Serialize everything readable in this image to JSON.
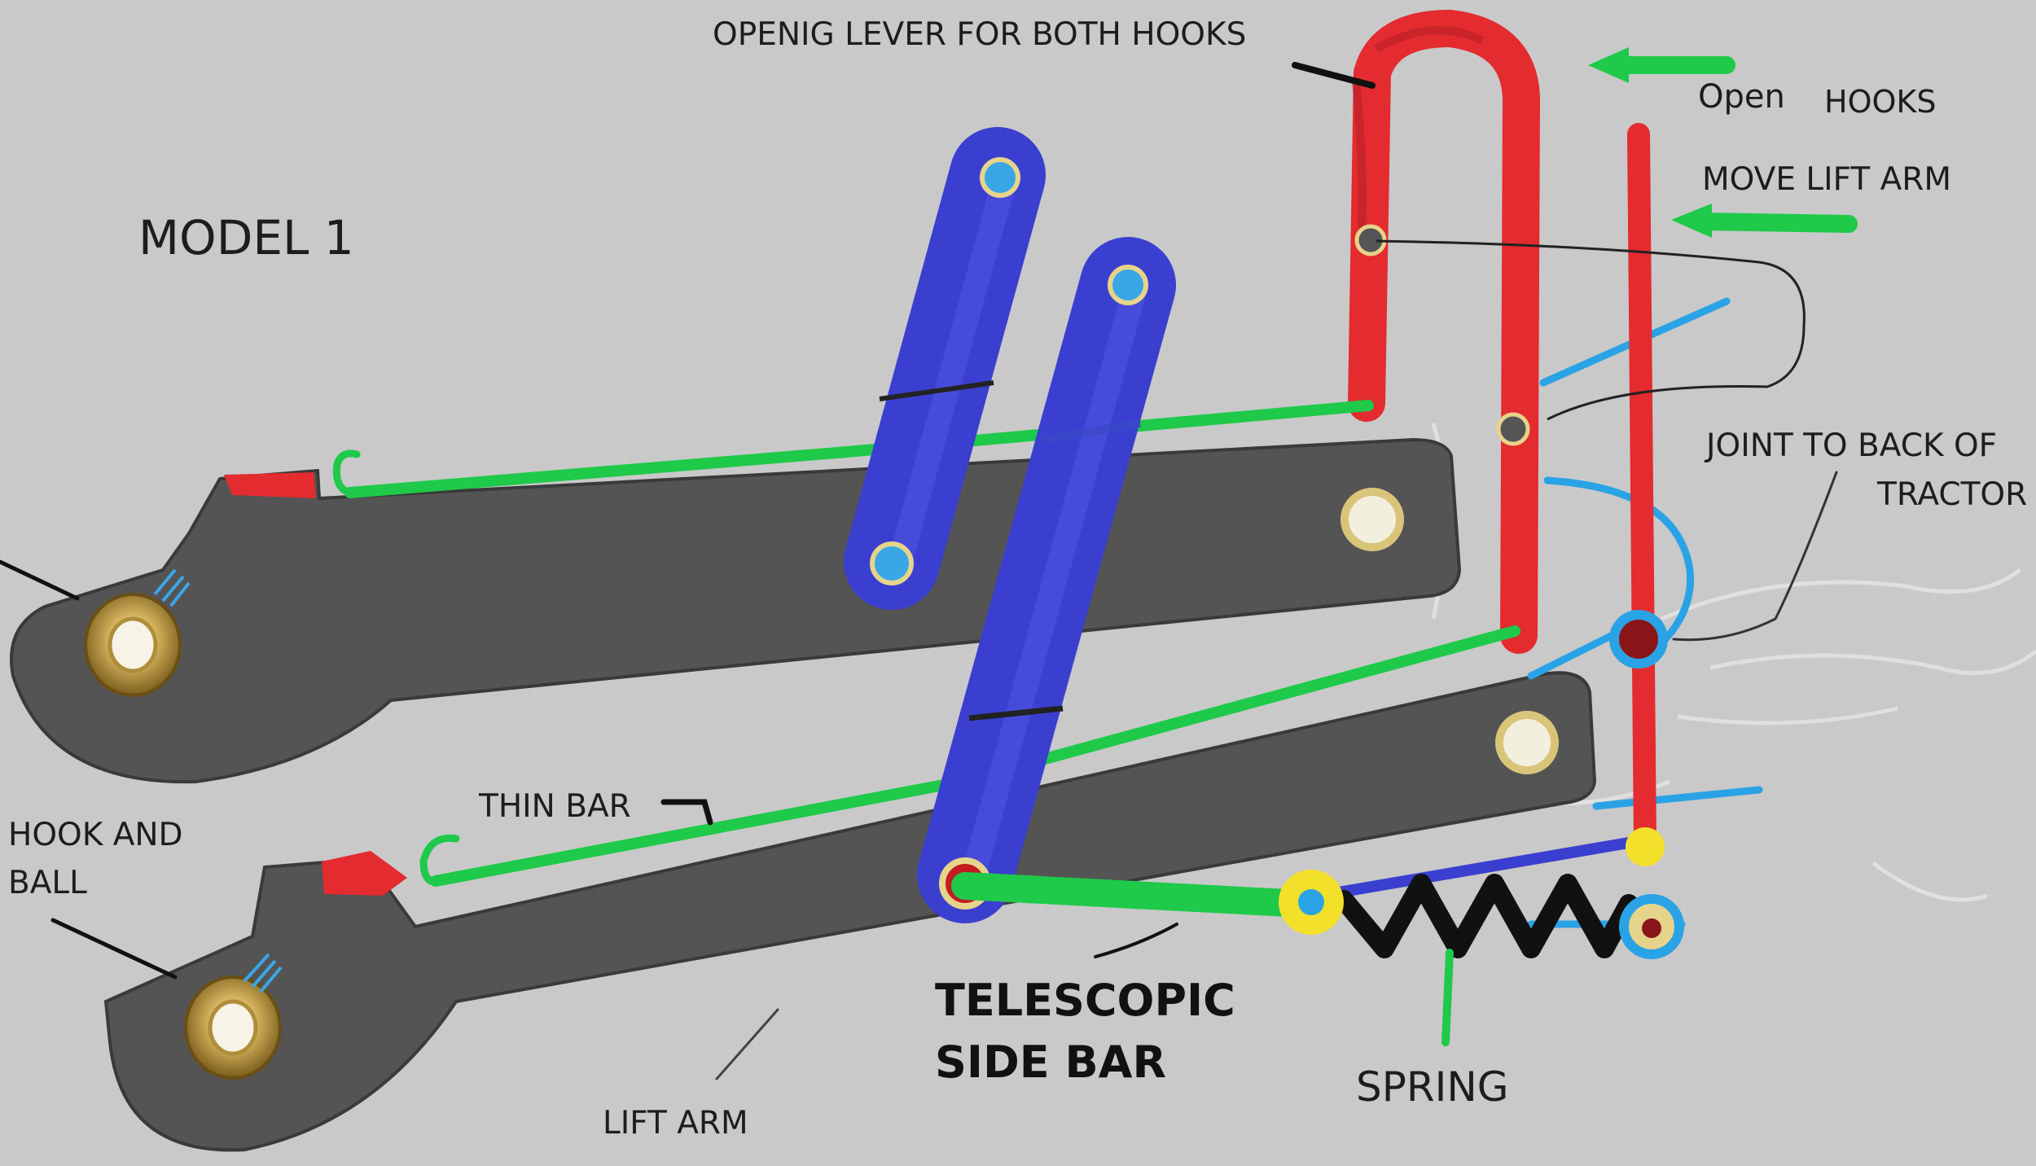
{
  "diagram": {
    "model_label": "MODEL 1",
    "labels": {
      "opening_lever": "OPENIG LEVER FOR BOTH HOOKS",
      "open": "Open",
      "hooks": "HOOKS",
      "move_lift_arm": "MOVE LIFT ARM",
      "joint_line1": "JOINT TO BACK OF",
      "joint_line2": "TRACTOR",
      "hook_ball_line1": "HOOK AND",
      "hook_ball_line2": "BALL",
      "thin_bar": "THIN BAR",
      "telescopic_line1": "TELESCOPIC",
      "telescopic_line2": "SIDE BAR",
      "spring": "SPRING",
      "lift_arm": "LIFT ARM"
    },
    "colors": {
      "background": "#c9c9c9",
      "lift_arm": "#545454",
      "side_bar": "#3b3fcf",
      "lever": "#e32b30",
      "thin_bar": "#1fc94a",
      "spring": "#111111",
      "blue_line": "#2aa3e6",
      "pin_fill": "#3aa6e6",
      "pin_ring": "#e6d48a"
    }
  }
}
